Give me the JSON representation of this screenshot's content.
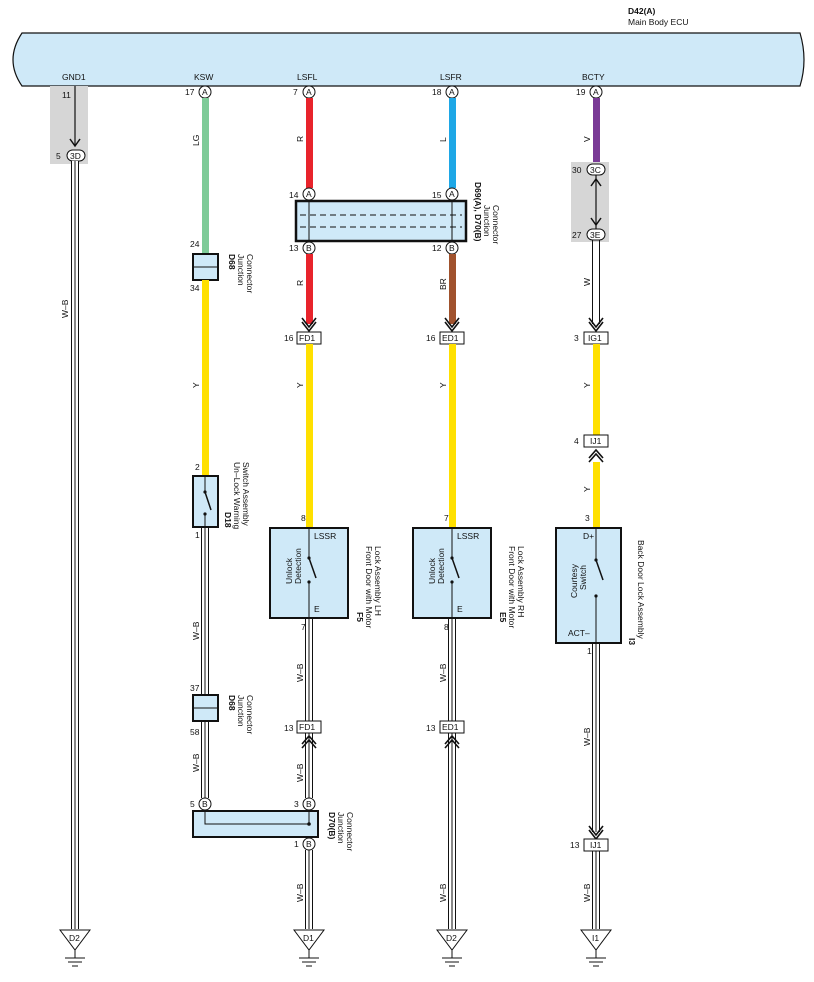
{
  "ecu": {
    "code": "D42(A)",
    "name": "Main Body ECU",
    "fill": "#cfe9f8",
    "terminals": [
      "GND1",
      "KSW",
      "LSFL",
      "LSFR",
      "BCTY"
    ]
  },
  "colors": {
    "LG": "#7ecb98",
    "R": "#e8232b",
    "L": "#1ea7e6",
    "V": "#7a3a96",
    "Y": "#ffe000",
    "BR": "#a0522d",
    "WB": "#ffffff",
    "box_fill": "#cfe9f8",
    "shade": "#d6d6d6"
  },
  "col1": {
    "pin_ecu": "11",
    "pin_conn": "5",
    "conn": "3D",
    "wire": "W–B",
    "ground": "D2"
  },
  "col2": {
    "pin_ecu": "17",
    "ecu_conn": "A",
    "wire1": "LG",
    "jc1_in": "24",
    "jc1_out": "34",
    "jc_code": "D68",
    "jc_name1": "Junction",
    "jc_name2": "Connector",
    "wire2": "Y",
    "sw_pin_top": "2",
    "sw_pin_bot": "1",
    "sw_code": "D18",
    "sw_name1": "Un–Lock Warning",
    "sw_name2": "Switch Assembly",
    "wire3": "W–B",
    "jc2_in": "37",
    "jc2_out": "58",
    "jc2_code": "D68",
    "wire4": "W–B",
    "pin_b5": "5",
    "conn_b": "B"
  },
  "col3": {
    "pin_ecu": "7",
    "ecu_conn": "A",
    "wire1": "R",
    "pin_a14": "14",
    "pin_b13": "13",
    "conn_a": "A",
    "conn_b": "B",
    "wire2": "R",
    "fd_pin1": "16",
    "fd_conn": "FD1",
    "wire3": "Y",
    "dev_pin_top": "8",
    "dev_term_top": "LSSR",
    "dev_inner1": "Unlock",
    "dev_inner2": "Detection",
    "dev_term_bot": "E",
    "dev_pin_bot": "7",
    "dev_code": "F5",
    "dev_name1": "Front Door with Motor",
    "dev_name2": "Lock Assembly LH",
    "wire4": "W–B",
    "fd_pin2": "13",
    "wire5": "W–B",
    "pin_b3": "3",
    "pin_b1": "1",
    "jc_code": "D70(B)",
    "jc_name1": "Junction",
    "jc_name2": "Connector",
    "wire6": "W–B",
    "ground": "D1"
  },
  "col4": {
    "pin_ecu": "18",
    "ecu_conn": "A",
    "wire1": "L",
    "pin_a15": "15",
    "pin_b12": "12",
    "jc_code": "D69(A), D70(B)",
    "jc_name1": "Junction",
    "jc_name2": "Connector",
    "wire2": "BR",
    "ed_pin1": "16",
    "ed_conn": "ED1",
    "wire3": "Y",
    "dev_pin_top": "7",
    "dev_term_top": "LSSR",
    "dev_inner1": "Unlock",
    "dev_inner2": "Detection",
    "dev_term_bot": "E",
    "dev_pin_bot": "8",
    "dev_code": "E5",
    "dev_name1": "Front Door with Motor",
    "dev_name2": "Lock Assembly RH",
    "wire4": "W–B",
    "ed_pin2": "13",
    "wire5": "W–B",
    "ground": "D2"
  },
  "col5": {
    "pin_ecu": "19",
    "ecu_conn": "A",
    "wire1": "V",
    "pin_3c": "30",
    "conn_3c": "3C",
    "pin_3e": "27",
    "conn_3e": "3E",
    "wire2": "W",
    "ig_pin": "3",
    "ig_conn": "IG1",
    "wire3": "Y",
    "ij_pin": "4",
    "ij_conn": "IJ1",
    "wire4": "Y",
    "dev_pin_top": "3",
    "dev_term_top": "D+",
    "dev_inner1": "Courtesy",
    "dev_inner2": "Switch",
    "dev_term_bot": "ACT–",
    "dev_pin_bot": "1",
    "dev_code": "I3",
    "dev_name1": "Back Door Lock Assembly",
    "wire5": "W–B",
    "ij2_pin": "13",
    "ij2_conn": "IJ1",
    "wire6": "W–B",
    "ground": "I1"
  }
}
